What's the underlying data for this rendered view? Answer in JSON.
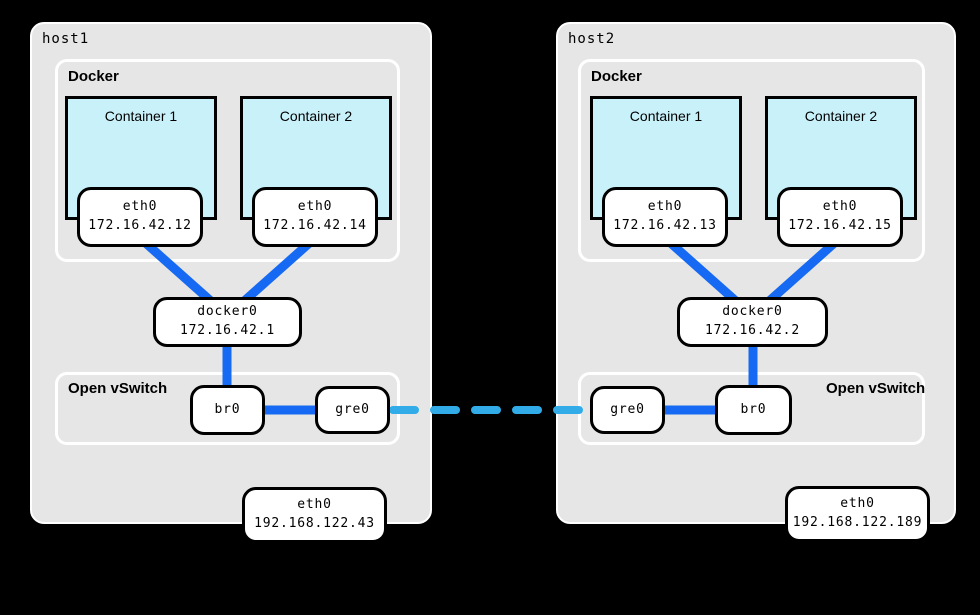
{
  "colors": {
    "background": "#000000",
    "host_fill": "#e6e6e6",
    "host_border": "#ffffff",
    "container_fill": "#c9f1f9",
    "node_fill": "#ffffff",
    "link": "#1669f2",
    "tunnel": "#31ace9"
  },
  "hosts": [
    {
      "label": "host1",
      "docker": {
        "label": "Docker",
        "containers": [
          {
            "name": "Container 1",
            "iface": "eth0",
            "ip": "172.16.42.12"
          },
          {
            "name": "Container 2",
            "iface": "eth0",
            "ip": "172.16.42.14"
          }
        ]
      },
      "bridge": {
        "iface": "docker0",
        "ip": "172.16.42.1"
      },
      "ovs": {
        "label": "Open vSwitch",
        "br": "br0",
        "gre": "gre0"
      },
      "nic": {
        "iface": "eth0",
        "ip": "192.168.122.43"
      }
    },
    {
      "label": "host2",
      "docker": {
        "label": "Docker",
        "containers": [
          {
            "name": "Container 1",
            "iface": "eth0",
            "ip": "172.16.42.13"
          },
          {
            "name": "Container 2",
            "iface": "eth0",
            "ip": "172.16.42.15"
          }
        ]
      },
      "bridge": {
        "iface": "docker0",
        "ip": "172.16.42.2"
      },
      "ovs": {
        "label": "Open vSwitch",
        "br": "br0",
        "gre": "gre0"
      },
      "nic": {
        "iface": "eth0",
        "ip": "192.168.122.189"
      }
    }
  ]
}
